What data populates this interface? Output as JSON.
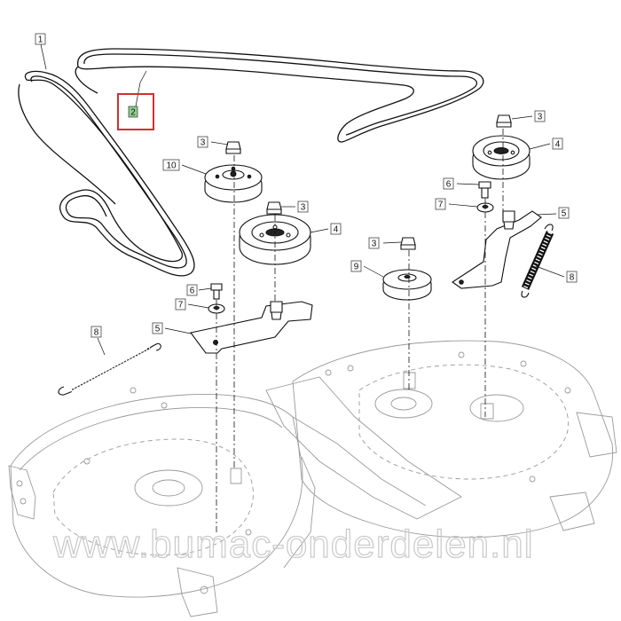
{
  "callouts": {
    "belt_left": "1",
    "belt_right": "2",
    "nut_idler_left": "3",
    "nut_pulley_center": "3",
    "nut_pulley_right": "3",
    "nut_idler_right": "3",
    "pulley_center": "4",
    "pulley_right": "4",
    "arm_left": "5",
    "arm_right": "5",
    "bolt_left": "6",
    "bolt_right": "6",
    "washer_left": "7",
    "washer_right": "7",
    "spring_left": "8",
    "spring_right": "8",
    "idler_right": "9",
    "idler_left": "10"
  },
  "highlight_color": "#d32f2f",
  "highlight_label_bg": "#8fd08f",
  "watermark": "www.bumac-onderdelen.nl"
}
